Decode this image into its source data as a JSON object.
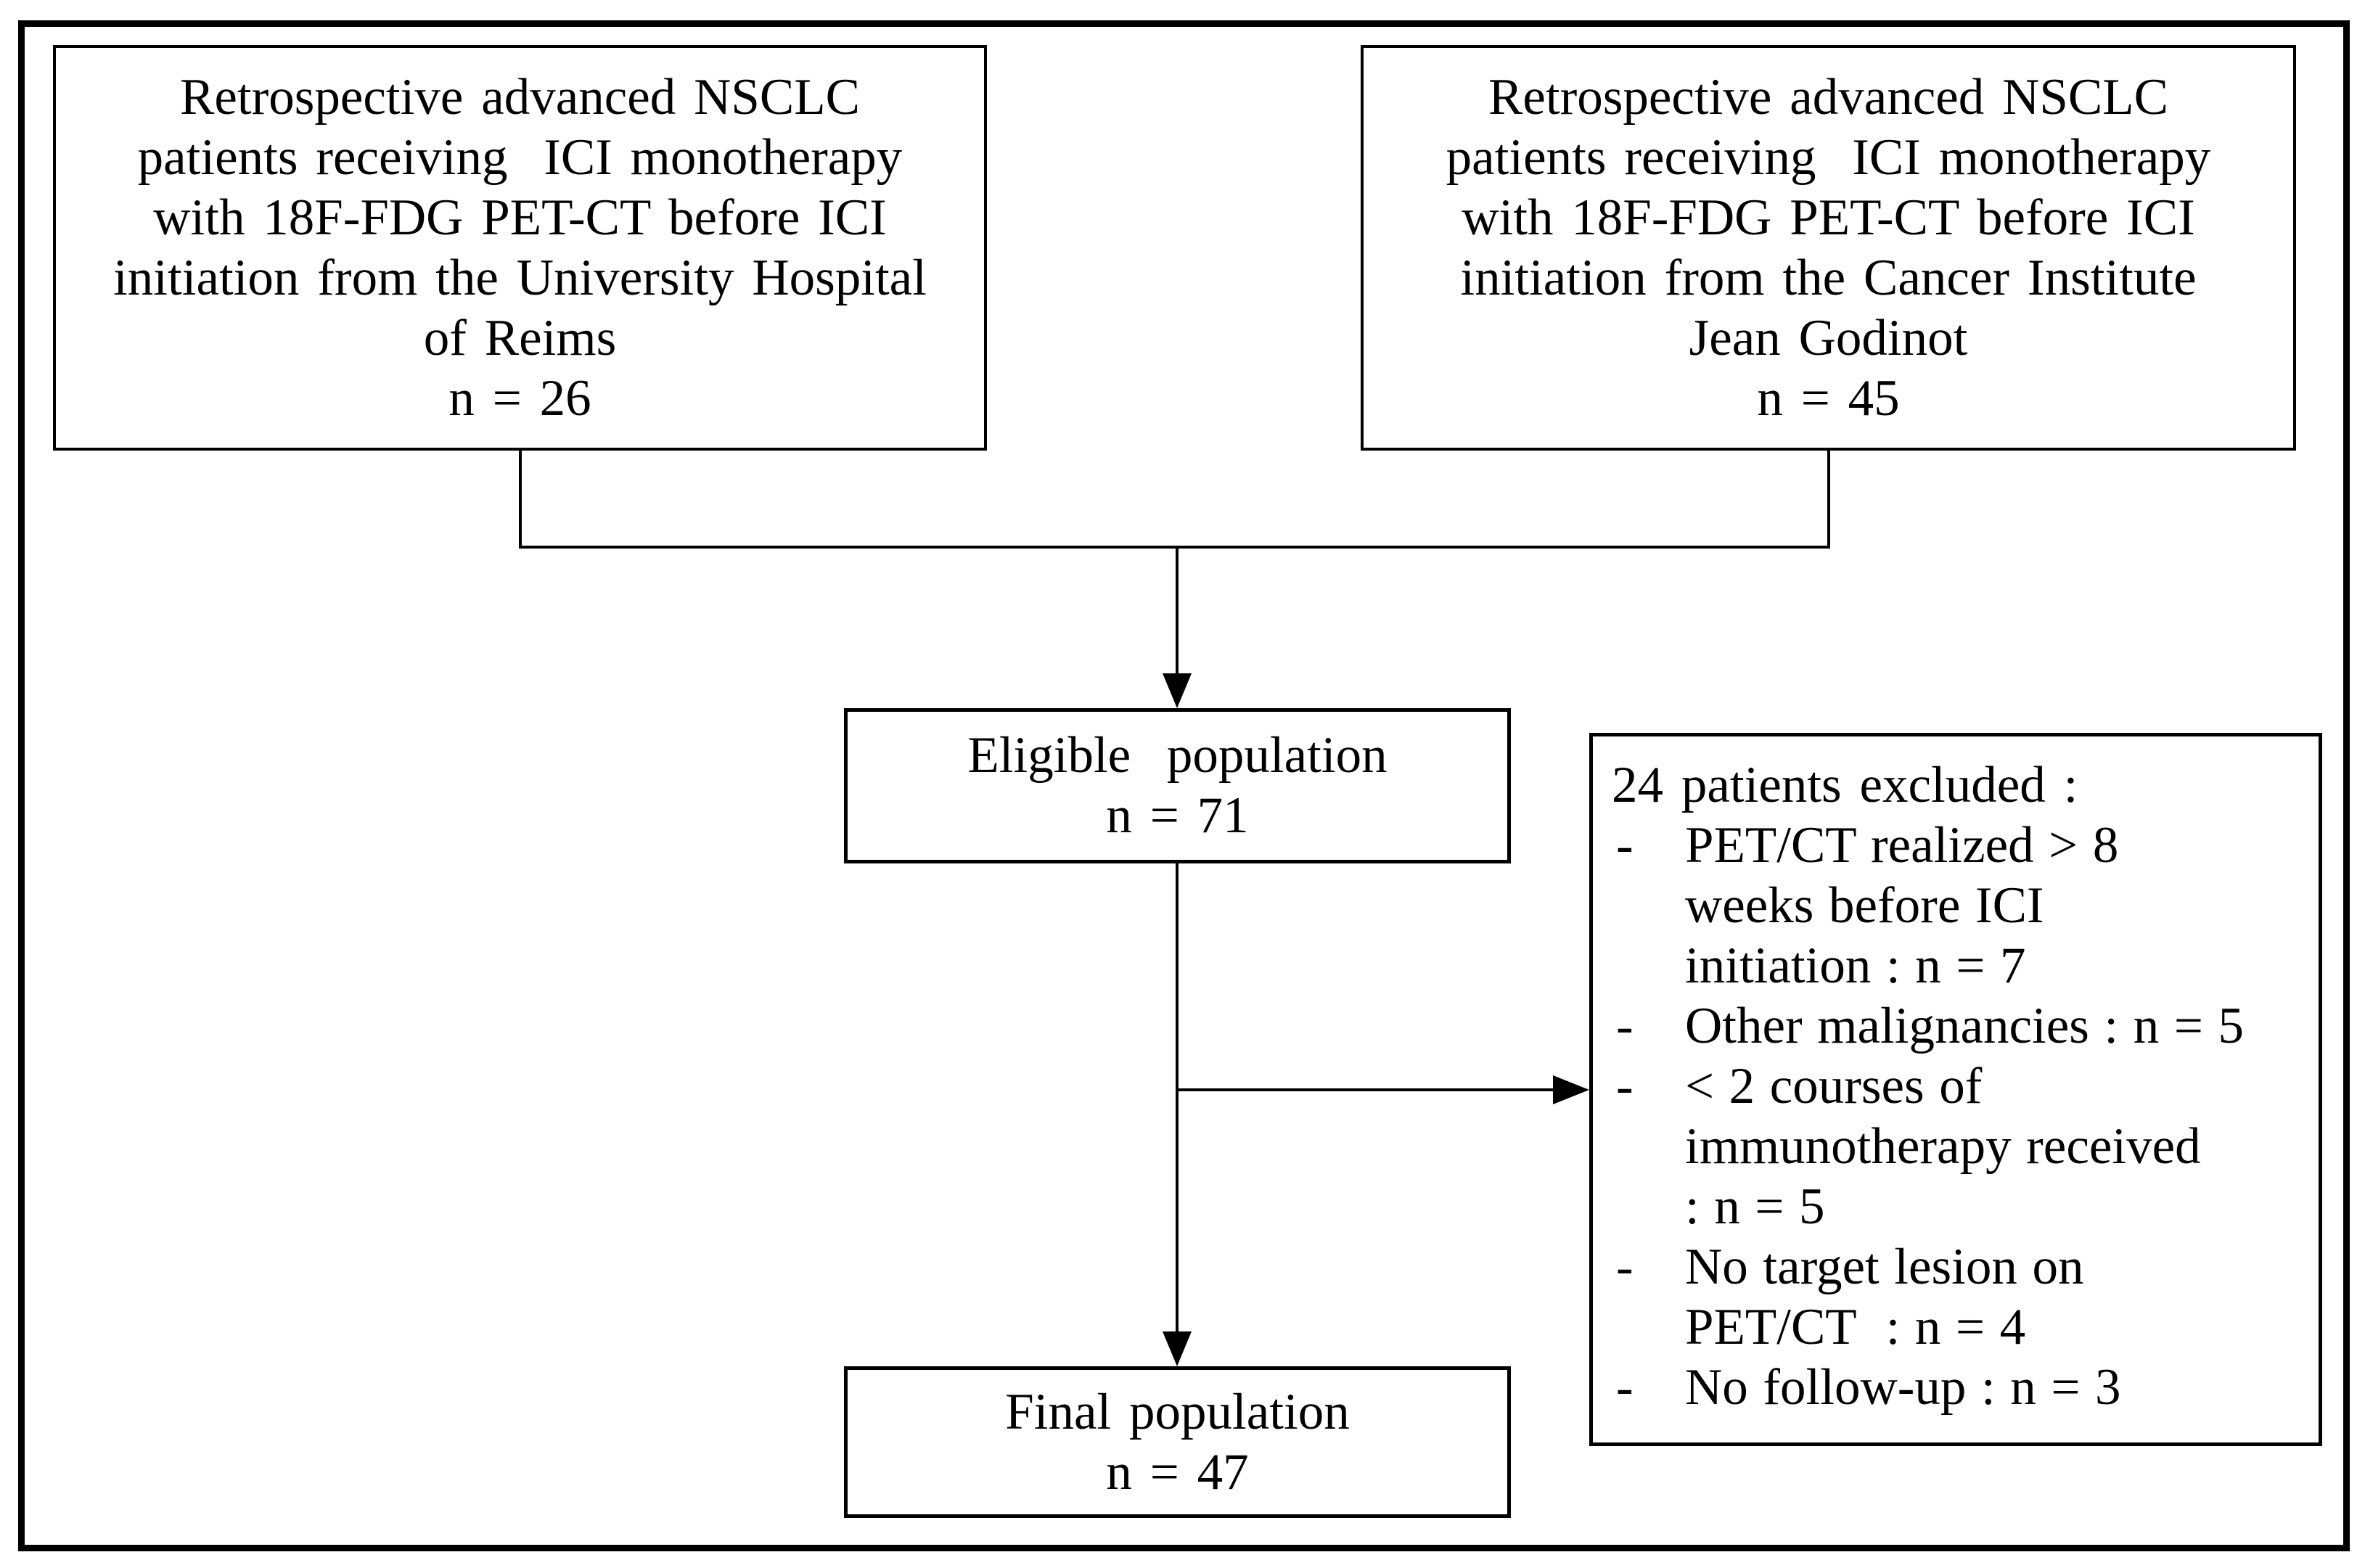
{
  "colors": {
    "text": "#000000",
    "line": "#000000",
    "background": "#ffffff"
  },
  "boxes": {
    "reims": {
      "lines": [
        "Retrospective advanced NSCLC",
        "patients receiving  ICI monotherapy",
        "with 18F-FDG PET-CT before ICI",
        "initiation from the University Hospital",
        "of Reims",
        "n = 26"
      ]
    },
    "godinot": {
      "lines": [
        "Retrospective advanced NSCLC",
        "patients receiving  ICI monotherapy",
        "with 18F-FDG PET-CT before ICI",
        "initiation from the Cancer Institute",
        "Jean Godinot",
        "n = 45"
      ]
    },
    "eligible": {
      "lines": [
        "Eligible  population",
        "n = 71"
      ]
    },
    "final": {
      "lines": [
        "Final population",
        "n = 47"
      ]
    },
    "excluded": {
      "header": "24 patients excluded :",
      "bullet": "-",
      "items": [
        {
          "lines": [
            "PET/CT realized > 8",
            "weeks before ICI",
            "initiation : n = 7"
          ]
        },
        {
          "lines": [
            "Other malignancies : n = 5"
          ]
        },
        {
          "lines": [
            "< 2 courses of",
            "immunotherapy received",
            ": n = 5"
          ]
        },
        {
          "lines": [
            "No target lesion on",
            "PET/CT  : n = 4"
          ]
        },
        {
          "lines": [
            "No follow-up : n = 3"
          ]
        }
      ]
    }
  }
}
